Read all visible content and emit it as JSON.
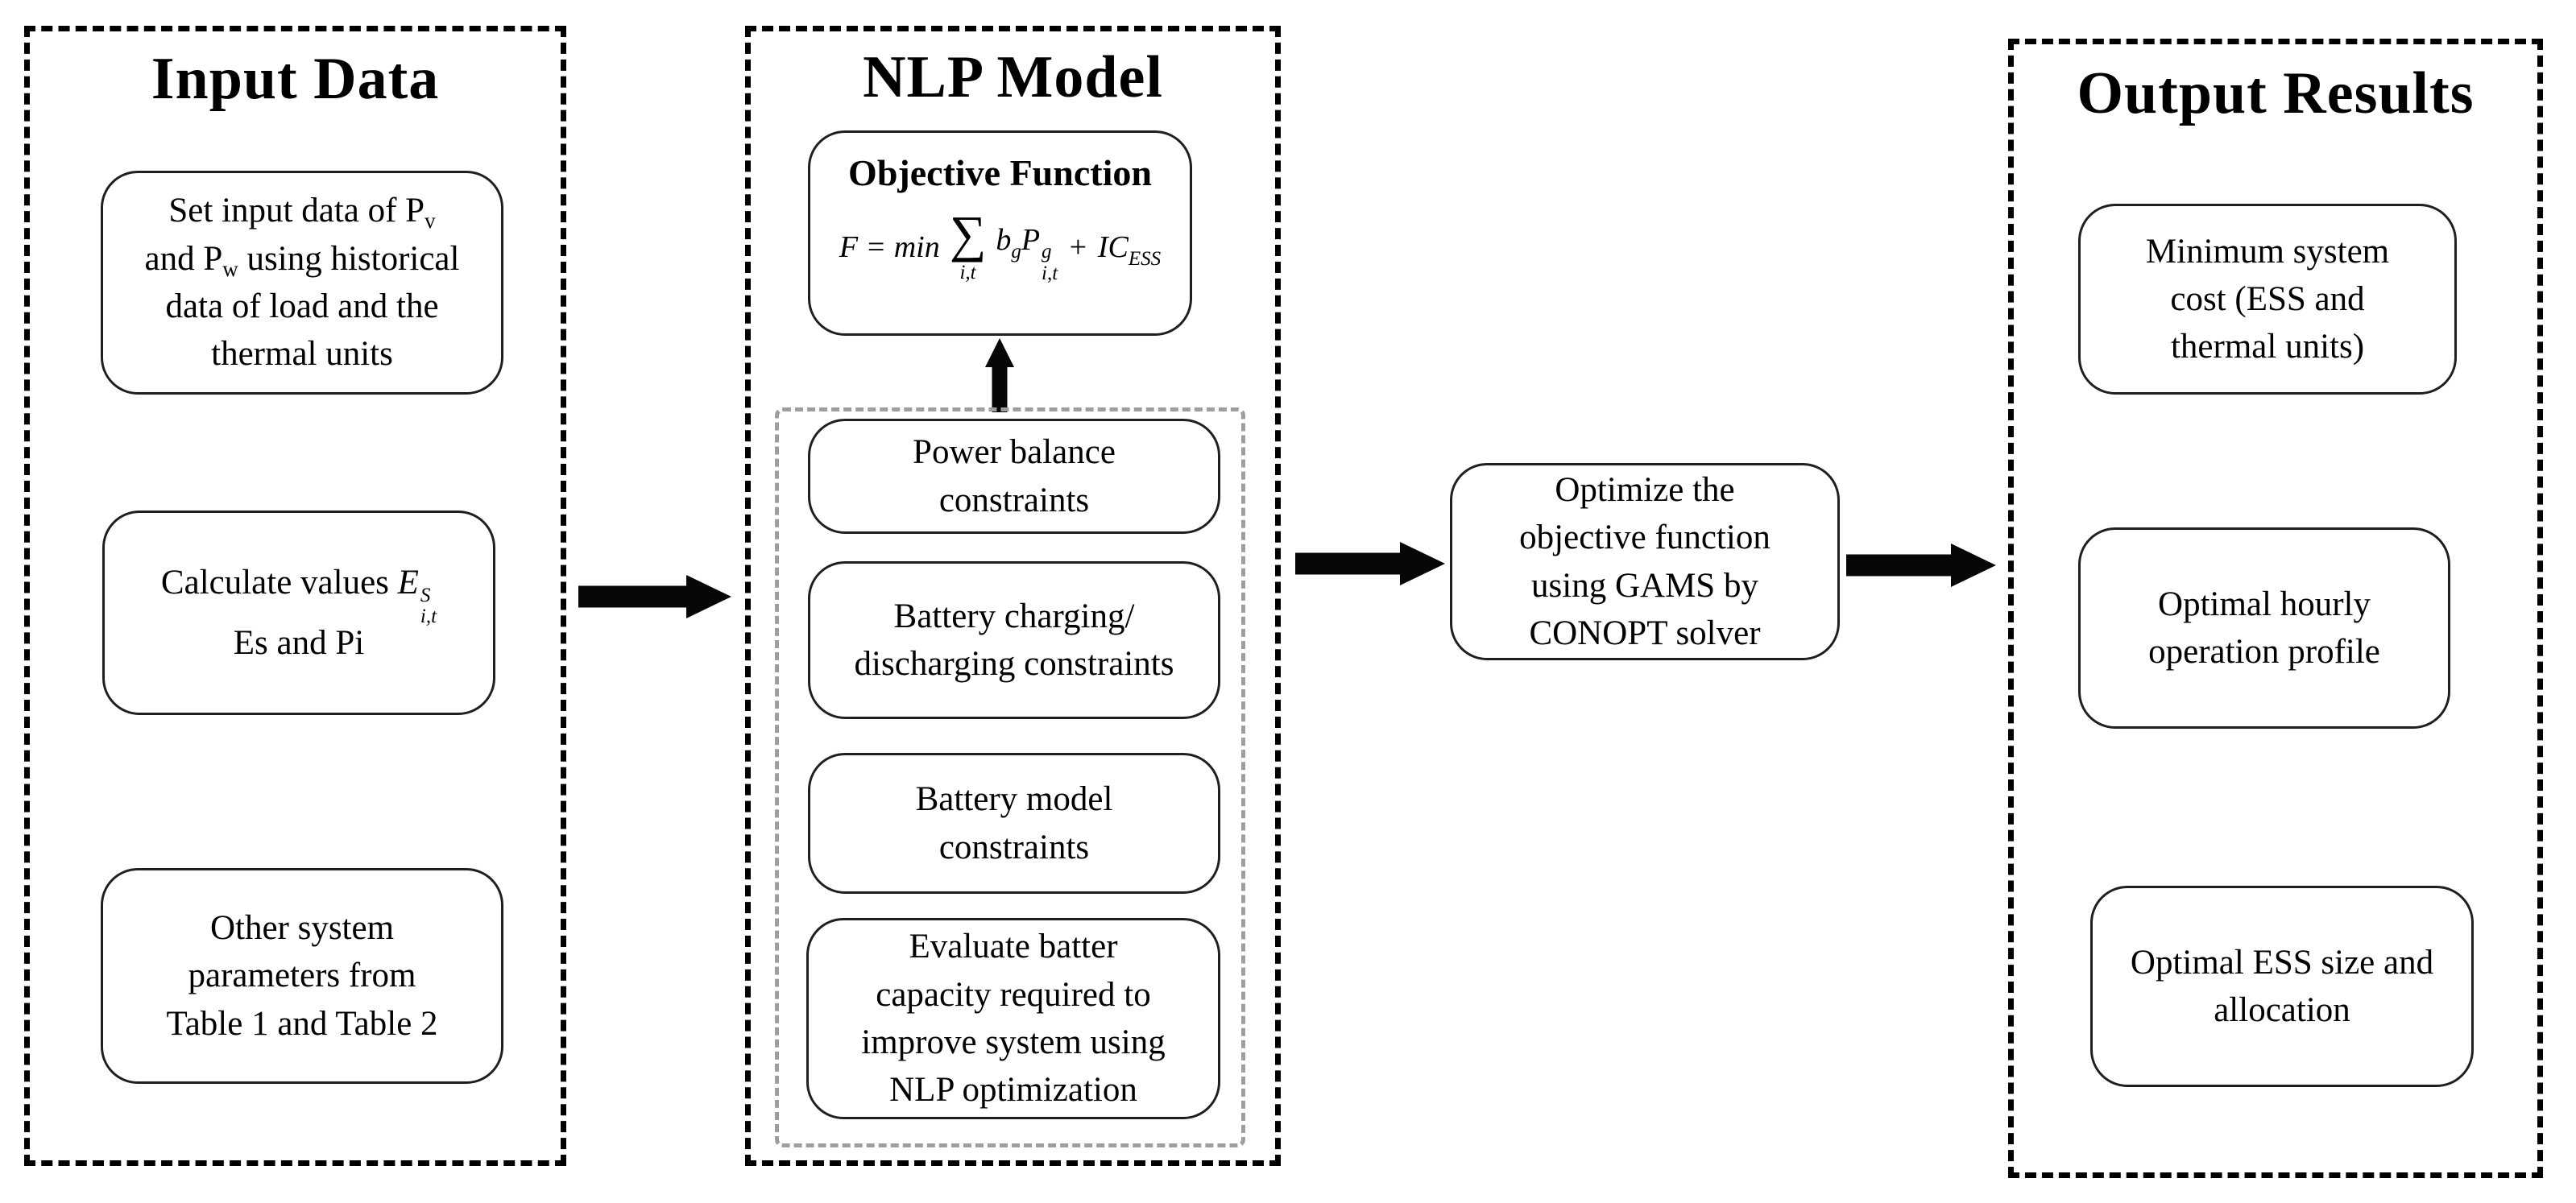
{
  "input": {
    "title": "Input Data",
    "box_historical": {
      "l1a": "Set input data of P",
      "l1sub": "v",
      "l2a": "and P",
      "l2sub": "w",
      "l2b": " using historical",
      "l3": "data of load and the",
      "l4": "thermal units"
    },
    "box_calculate": {
      "prefix": "Calculate values ",
      "var_base": "E",
      "var_sup": "S",
      "var_sub": "i,t",
      "line2": "Es and Pi"
    },
    "box_parameters": {
      "lines": [
        "Other system",
        "parameters from",
        "Table 1 and Table 2"
      ]
    }
  },
  "nlp": {
    "title": "NLP Model",
    "objective": {
      "title": "Objective Function",
      "lhs": "F = min",
      "sum_symbol": "∑",
      "sum_limits": "i,t",
      "coef_base": "b",
      "coef_sub": "g",
      "p_base": "P",
      "p_sup": "g",
      "p_sub": "i,t",
      "plus": "+",
      "ic_base": "IC",
      "ic_sub": "ESS"
    },
    "constraints": [
      {
        "lines": [
          "Power balance",
          "constraints"
        ]
      },
      {
        "lines": [
          "Battery charging/",
          "discharging constraints"
        ]
      },
      {
        "lines": [
          "Battery model",
          "constraints"
        ]
      },
      {
        "lines": [
          "Evaluate batter",
          "capacity required to",
          "improve system using",
          "NLP optimization"
        ]
      }
    ]
  },
  "process": {
    "optimize_lines": [
      "Optimize the",
      "objective function",
      "using GAMS by",
      "CONOPT solver"
    ]
  },
  "output": {
    "title": "Output Results",
    "boxes": [
      {
        "lines": [
          "Minimum system",
          "cost (ESS and",
          "thermal units)"
        ]
      },
      {
        "lines": [
          "Optimal hourly",
          "operation profile"
        ]
      },
      {
        "lines": [
          "Optimal ESS size and",
          "allocation"
        ]
      }
    ]
  },
  "colors": {
    "text": "#000000",
    "panel_border": "#000000",
    "group_border": "#9e9e9e",
    "box_border": "#1f1f1f",
    "arrow": "#070707",
    "background": "#ffffff"
  }
}
